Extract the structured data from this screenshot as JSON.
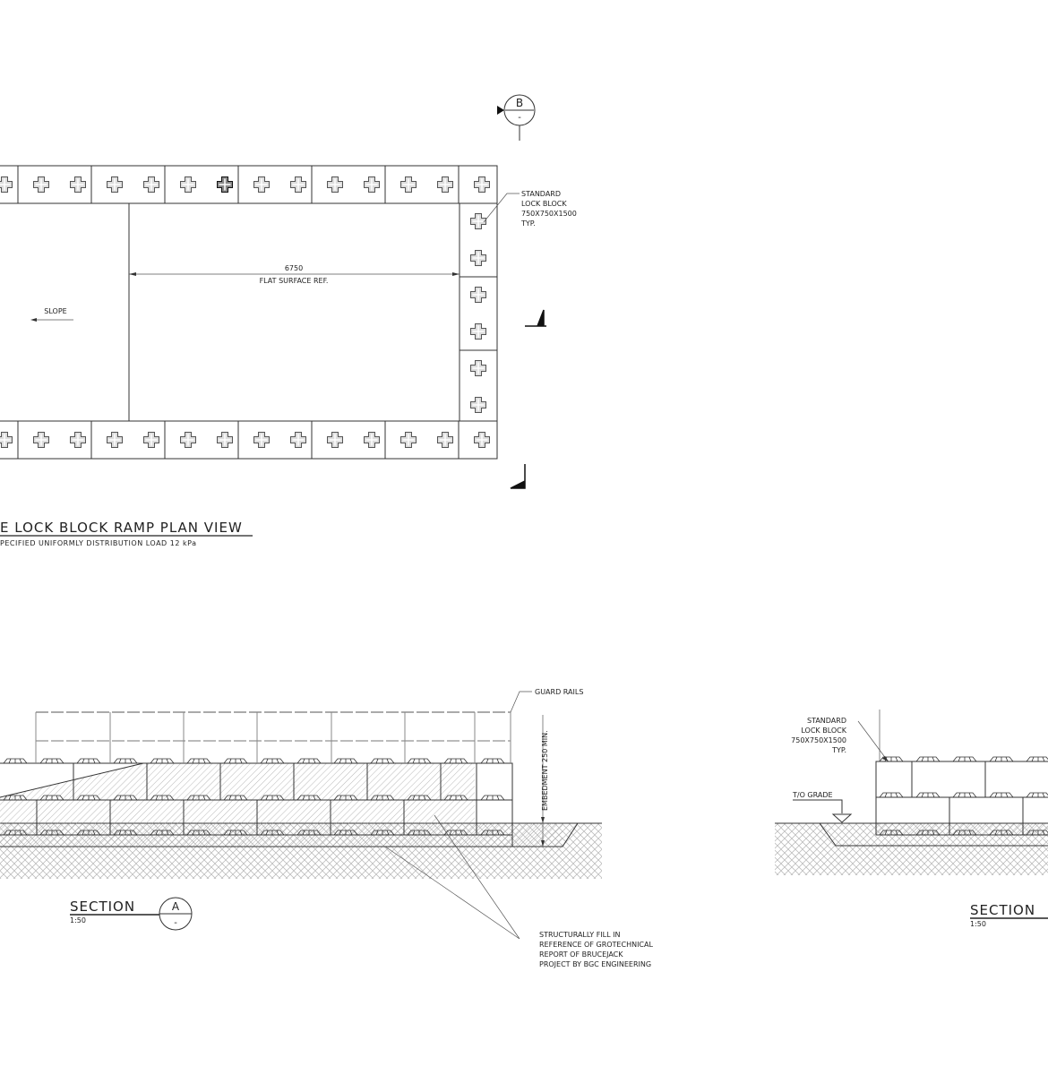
{
  "plan": {
    "title": "E LOCK BLOCK RAMP PLAN VIEW",
    "subtitle": "PECIFIED UNIFORMLY DISTRIBUTION LOAD 12 kPa",
    "dimension": "6750",
    "dimension_note": "FLAT SURFACE REF.",
    "slope_label": "SLOPE",
    "block_callout": [
      "STANDARD",
      "LOCK BLOCK",
      "750X750X1500",
      "TYP."
    ],
    "section_marker": {
      "letter": "B",
      "sheet": "-"
    }
  },
  "section_a": {
    "guard_rails_label": "GUARD RAILS",
    "embedment_label": "EMBEDMENT 250 MIN.",
    "fill_note": [
      "STRUCTURALLY FILL IN",
      "REFERENCE OF GROTECHNICAL",
      "REPORT OF BRUCEJACK",
      "PROJECT BY BGC ENGINEERING"
    ],
    "title": "SECTION",
    "scale": "1:50",
    "marker": {
      "letter": "A",
      "sheet": "-"
    }
  },
  "section_b": {
    "block_callout": [
      "STANDARD",
      "LOCK BLOCK",
      "750X750X1500",
      "TYP."
    ],
    "grade_label": "T/O GRADE",
    "title": "SECTION",
    "scale": "1:50"
  }
}
